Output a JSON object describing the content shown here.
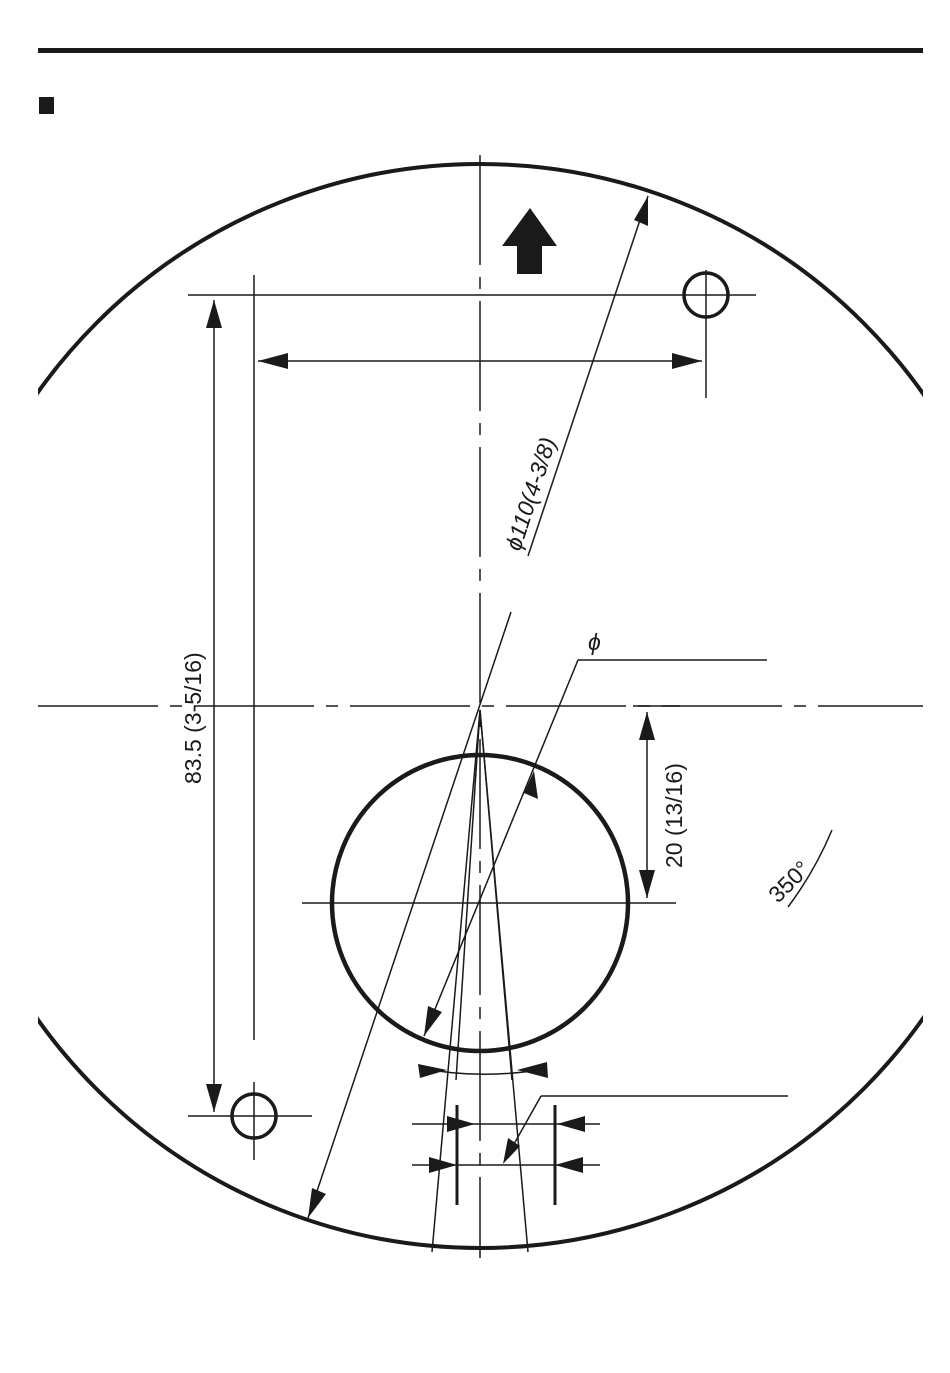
{
  "header": {
    "bullet_icon": "square-bullet-icon"
  },
  "drawing": {
    "outer_diameter_label": "ϕ110(4-3/8)",
    "hole_diameter_label": "ϕ",
    "vertical_distance_label": "83.5 (3-5/16)",
    "offset_label": "20 (13/16)",
    "rotation_label": "350°",
    "direction_icon": "arrow-up-icon",
    "ink_color": "#1a1a1a"
  }
}
